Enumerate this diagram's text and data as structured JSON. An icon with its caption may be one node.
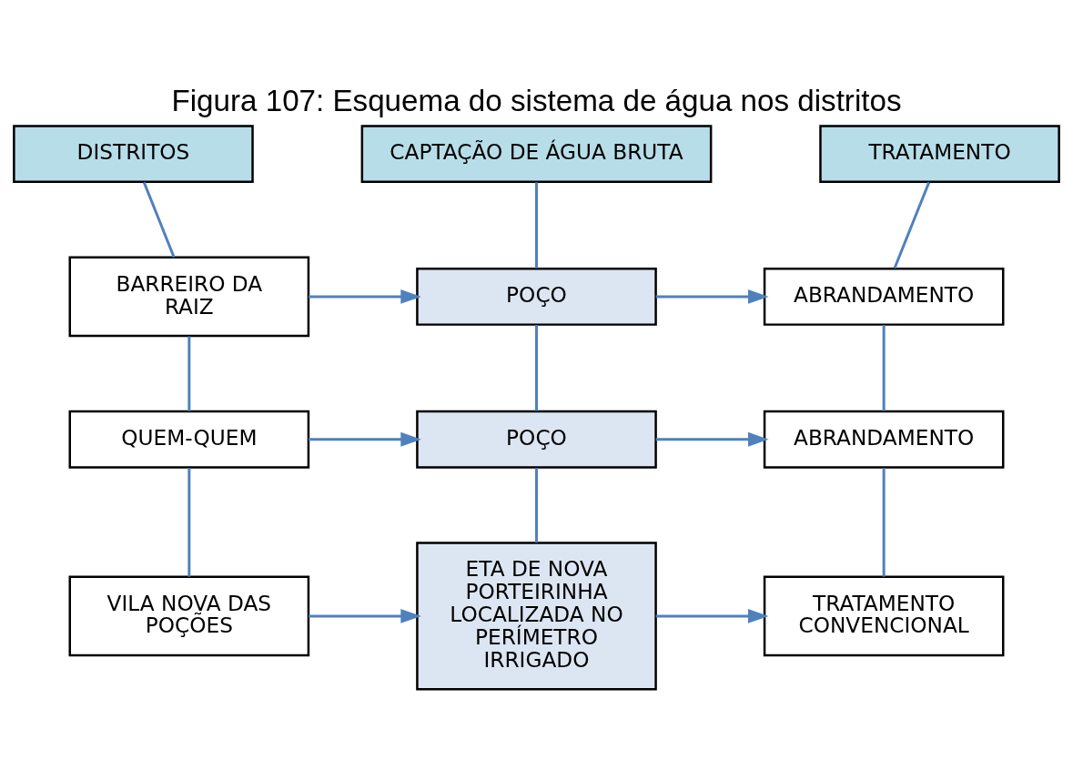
{
  "diagram": {
    "title": "Figura 107: Esquema do sistema de água nos distritos",
    "nodes": [
      {
        "text": [
          "DISTRITOS"
        ]
      },
      {
        "text": [
          "CAPTAÇÃO DE ÁGUA BRUTA"
        ]
      },
      {
        "text": [
          "TRATAMENTO"
        ]
      },
      {
        "text": [
          "BARREIRO DA RAIZ"
        ]
      },
      {
        "text": [
          "POÇO"
        ]
      },
      {
        "text": [
          "ABRANDAMENTO"
        ]
      },
      {
        "text": [
          "QUEM-QUEM"
        ]
      },
      {
        "text": [
          "POÇO"
        ]
      },
      {
        "text": [
          "ABRANDAMENTO"
        ]
      },
      {
        "text": [
          "VILA NOVA DAS POÇÕES"
        ]
      },
      {
        "text": [
          "ETA DE NOVA PORTEIRINHA LOCALIZADA NO PERÍMETRO IRRIGADO"
        ]
      },
      {
        "text": [
          "TRATAMENTO CONVENCIONAL"
        ]
      }
    ],
    "edges": [
      {
        "from": 0,
        "to": 3,
        "arrow": "none"
      },
      {
        "from": 1,
        "to": 4,
        "arrow": "none"
      },
      {
        "from": 2,
        "to": 5,
        "arrow": "none"
      },
      {
        "from": 3,
        "to": 4,
        "arrow": "to"
      },
      {
        "from": 4,
        "to": 5,
        "arrow": "to"
      },
      {
        "from": 3,
        "to": 6,
        "arrow": "none"
      },
      {
        "from": 4,
        "to": 7,
        "arrow": "none"
      },
      {
        "from": 5,
        "to": 8,
        "arrow": "none"
      },
      {
        "from": 6,
        "to": 7,
        "arrow": "to"
      },
      {
        "from": 7,
        "to": 8,
        "arrow": "to"
      },
      {
        "from": 6,
        "to": 9,
        "arrow": "none"
      },
      {
        "from": 7,
        "to": 10,
        "arrow": "none"
      },
      {
        "from": 8,
        "to": 11,
        "arrow": "none"
      },
      {
        "from": 9,
        "to": 10,
        "arrow": "to"
      },
      {
        "from": 10,
        "to": 11,
        "arrow": "to"
      }
    ]
  }
}
